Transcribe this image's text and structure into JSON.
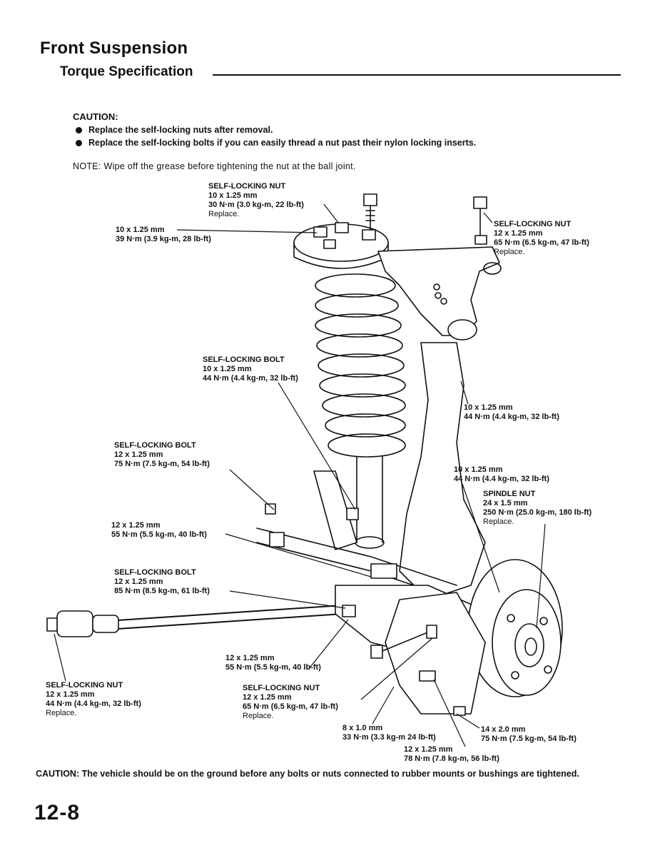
{
  "header": {
    "title": "Front Suspension",
    "subtitle": "Torque Specification"
  },
  "caution_top": {
    "heading": "CAUTION:",
    "items": [
      "Replace the self-locking nuts after removal.",
      "Replace the self-locking bolts if you can easily thread a nut past their nylon locking inserts."
    ]
  },
  "note": "NOTE:  Wipe off the grease before tightening the nut at the ball joint.",
  "labels": {
    "l1": [
      "SELF-LOCKING NUT",
      "10 x 1.25 mm",
      "30 N·m (3.0 kg-m, 22 lb-ft)",
      "Replace."
    ],
    "l2": [
      "10 x 1.25 mm",
      "39 N·m (3.9 kg-m, 28 lb-ft)"
    ],
    "l3": [
      "SELF-LOCKING NUT",
      "12 x 1.25 mm",
      "65 N·m (6.5 kg-m, 47 lb-ft)",
      "Replace."
    ],
    "l4": [
      "SELF-LOCKING BOLT",
      "10 x 1.25 mm",
      "44 N·m (4.4 kg-m, 32 lb-ft)"
    ],
    "l5": [
      "10 x 1.25 mm",
      "44 N·m (4.4 kg-m, 32 lb-ft)"
    ],
    "l6": [
      "SELF-LOCKING BOLT",
      "12 x 1.25 mm",
      "75 N·m (7.5 kg-m, 54 lb-ft)"
    ],
    "l7": [
      "10 x 1.25 mm",
      "44 N·m (4.4 kg-m, 32 lb-ft)"
    ],
    "l8": [
      "SPINDLE NUT",
      "24 x 1.5 mm",
      "250 N·m (25.0 kg-m, 180 lb-ft)",
      "Replace."
    ],
    "l9": [
      "12 x 1.25 mm",
      "55 N·m (5.5 kg-m, 40 lb-ft)"
    ],
    "l10": [
      "SELF-LOCKING BOLT",
      "12 x 1.25 mm",
      "85 N·m (8.5 kg-m, 61 lb-ft)"
    ],
    "l11": [
      "12 x 1.25 mm",
      "55 N·m (5.5 kg-m, 40 lb-ft)"
    ],
    "l12": [
      "SELF-LOCKING NUT",
      "12 x 1.25 mm",
      "44 N·m (4.4 kg-m, 32 lb-ft)",
      "Replace."
    ],
    "l13": [
      "SELF-LOCKING NUT",
      "12 x 1.25 mm",
      "65 N·m (6.5 kg-m, 47 lb-ft)",
      "Replace."
    ],
    "l14": [
      "8 x 1.0 mm",
      "33 N·m (3.3 kg-m 24 lb-ft)"
    ],
    "l15": [
      "14 x 2.0 mm",
      "75 N·m (7.5 kg-m, 54 lb-ft)"
    ],
    "l16": [
      "12 x 1.25 mm",
      "78 N·m (7.8 kg-m, 56 lb-ft)"
    ]
  },
  "caution_bottom": "CAUTION:  The vehicle should be on the ground before any bolts or nuts connected to rubber mounts or bushings are tightened.",
  "page_number": "12-8"
}
